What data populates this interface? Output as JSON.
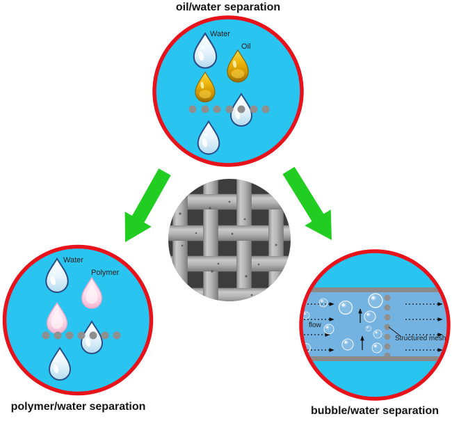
{
  "figure": {
    "panels": {
      "oil_water": {
        "title": "oil/water separation",
        "labels": {
          "water": "Water",
          "oil": "Oil"
        }
      },
      "polymer_water": {
        "title": "polymer/water separation",
        "labels": {
          "water": "Water",
          "polymer": "Polymer"
        }
      },
      "bubble_water": {
        "title": "bubble/water separation",
        "labels": {
          "flow": "flow",
          "structured_mesh": "Structured mesh"
        }
      }
    },
    "colors": {
      "circle_fill": "#29c4f0",
      "circle_border": "#e8121b",
      "arrow_green": "#22cd22",
      "channel_fill": "#74b3e1",
      "wall_gray": "#8a8a8a",
      "mesh_dot_gray": "#8f8f8f",
      "water_drop_outline": "#2b4f86",
      "polymer_pink": "#f7bcd6",
      "oil_gold": "#f0b90f",
      "sem_background": "#3d3d3d",
      "sem_wire": "#b5b5b5"
    }
  }
}
